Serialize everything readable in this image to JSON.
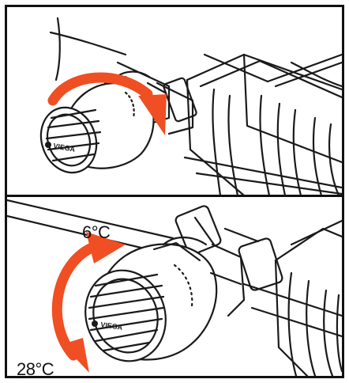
{
  "labels": {
    "high_setting": "6°C",
    "low_setting": "28°C"
  },
  "brand_mark": "VIEGA",
  "colors": {
    "arrow": "#F04E23",
    "line": "#1a1a1a",
    "frame": "#111111",
    "background": "#ffffff"
  },
  "icons": {
    "top_arrow": "curved-rotate-arrow-icon",
    "bottom_arrow": "double-curved-arrow-icon"
  }
}
